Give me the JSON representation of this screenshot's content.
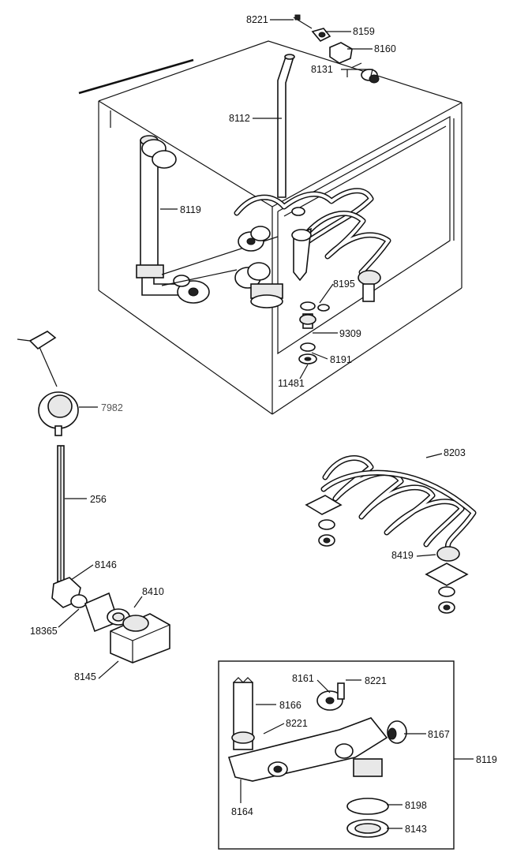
{
  "labels": {
    "p8221_top": "8221",
    "p8159": "8159",
    "p8160": "8160",
    "p8131": "8131",
    "p8112": "8112",
    "p8119_main": "8119",
    "p8195": "8195",
    "p9309": "9309",
    "p8191": "8191",
    "p11481": "11481",
    "p7982": "7982",
    "p256": "256",
    "p8146": "8146",
    "p8410": "8410",
    "p18365": "18365",
    "p8145": "8145",
    "p8203": "8203",
    "p8419": "8419",
    "p8161": "8161",
    "p8221_inset_a": "8221",
    "p8166": "8166",
    "p8221_inset_b": "8221",
    "p8167": "8167",
    "p8119_inset": "8119",
    "p8164": "8164",
    "p8198": "8198",
    "p8143": "8143"
  }
}
